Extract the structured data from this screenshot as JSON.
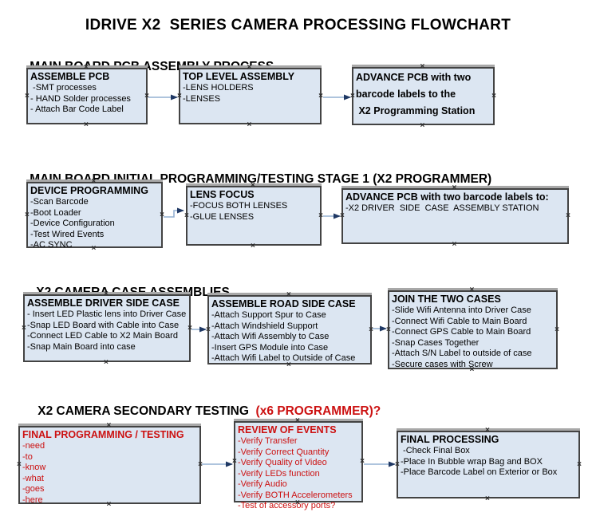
{
  "title": "IDRIVE X2  SERIES CAMERA PROCESSING FLOWCHART",
  "icons": {
    "anchor_glyph": "×"
  },
  "colors": {
    "box_fill": "#dce6f2",
    "box_border": "#434343",
    "red_text": "#cc1111",
    "connector_line": "#94b0d2",
    "connector_arrow": "#1f3864"
  },
  "sections": [
    {
      "heading": "MAIN BOARD PCB ASSEMBLY PROCESS",
      "boxes": [
        {
          "title": "ASSEMBLE PCB",
          "items": [
            " -SMT processes",
            "- HAND Solder processes",
            "- Attach Bar Code Label"
          ]
        },
        {
          "title": "TOP LEVEL ASSEMBLY",
          "items": [
            "-LENS HOLDERS",
            "-LENSES"
          ]
        },
        {
          "title": "ADVANCE PCB with two",
          "items": [
            "barcode labels to the",
            " X2 Programming Station"
          ]
        }
      ]
    },
    {
      "heading": "MAIN BOARD INITIAL PROGRAMMING/TESTING STAGE 1 (X2 PROGRAMMER)",
      "boxes": [
        {
          "title": "DEVICE PROGRAMMING",
          "items": [
            "-Scan Barcode",
            "-Boot Loader",
            "-Device Configuration",
            "-Test Wired Events",
            "-AC SYNC"
          ]
        },
        {
          "title": "LENS FOCUS",
          "items": [
            "-FOCUS BOTH LENSES",
            "-GLUE LENSES"
          ]
        },
        {
          "title": "ADVANCE PCB with two barcode labels to:",
          "items": [
            "-X2 DRIVER  SIDE  CASE  ASSEMBLY STATION"
          ]
        }
      ]
    },
    {
      "heading": "X2 CAMERA CASE ASSEMBLIES",
      "boxes": [
        {
          "title": "ASSEMBLE DRIVER SIDE CASE",
          "items": [
            "- Insert LED Plastic lens into Driver Case",
            "-Snap LED Board with Cable into Case",
            "-Connect LED Cable to X2 Main Board",
            "-Snap Main Board into case"
          ]
        },
        {
          "title": "ASSEMBLE ROAD SIDE CASE",
          "items": [
            "-Attach Support Spur to Case",
            "-Attach Windshield Support",
            "-Attach Wifi Assembly to Case",
            "-Insert GPS Module into Case",
            "-Attach Wifi Label to Outside of Case"
          ]
        },
        {
          "title": "JOIN THE TWO CASES",
          "items": [
            "-Slide Wifi Antenna into Driver Case",
            "-Connect Wifi Cable to Main Board",
            "-Connect GPS Cable to Main Board",
            "-Snap Cases Together",
            "-Attach S/N Label to outside of case",
            "-Secure cases with Screw"
          ]
        }
      ]
    },
    {
      "heading": "X2 CAMERA SECONDARY TESTING",
      "heading_red": "  (x6 PROGRAMMER)?",
      "boxes": [
        {
          "title": "FINAL PROGRAMMING / TESTING",
          "items": [
            "-need",
            "-to",
            "-know",
            "-what",
            "-goes",
            "-here"
          ]
        },
        {
          "title": "REVIEW OF EVENTS",
          "items": [
            "-Verify Transfer",
            "-Verify Correct Quantity",
            "-Verify Quality of Video",
            "-Verify LEDs function",
            "-Verify Audio",
            "-Verify BOTH Accelerometers",
            "-Test of accessory ports?"
          ]
        },
        {
          "title": "FINAL PROCESSING",
          "items": [
            " -Check Final Box",
            "-Place In Bubble wrap Bag and BOX",
            "-Place Barcode Label on Exterior or Box"
          ]
        }
      ]
    }
  ]
}
